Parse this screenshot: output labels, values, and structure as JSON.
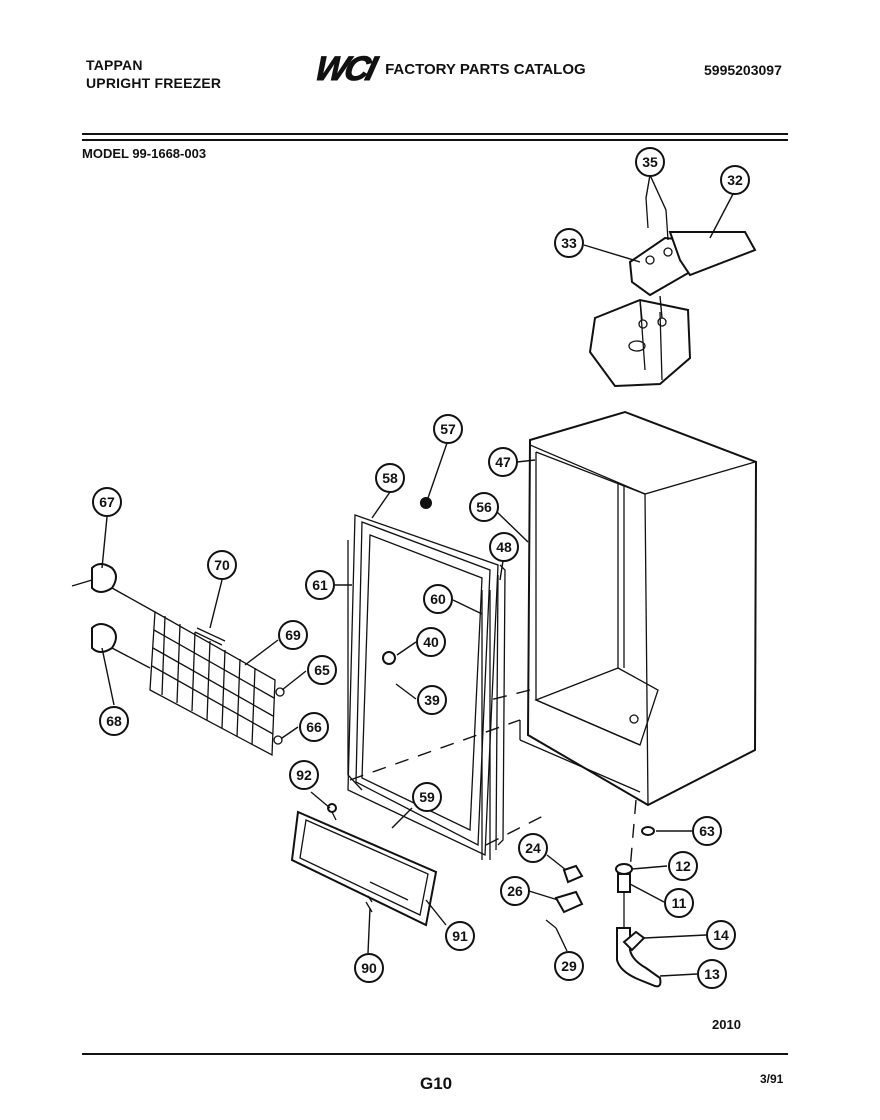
{
  "header": {
    "brand": "TAPPAN",
    "product": "UPRIGHT FREEZER",
    "logo": "WCI",
    "catalog_title": "FACTORY PARTS CATALOG",
    "doc_number": "5995203097"
  },
  "model_label": "MODEL 99-1668-003",
  "callouts": [
    "35",
    "32",
    "33",
    "57",
    "47",
    "58",
    "56",
    "48",
    "67",
    "70",
    "61",
    "60",
    "40",
    "69",
    "65",
    "39",
    "68",
    "66",
    "92",
    "59",
    "24",
    "63",
    "12",
    "26",
    "11",
    "91",
    "29",
    "14",
    "90",
    "13"
  ],
  "footer": {
    "diagram_code": "2010",
    "page_code": "G10",
    "date_code": "3/91"
  }
}
